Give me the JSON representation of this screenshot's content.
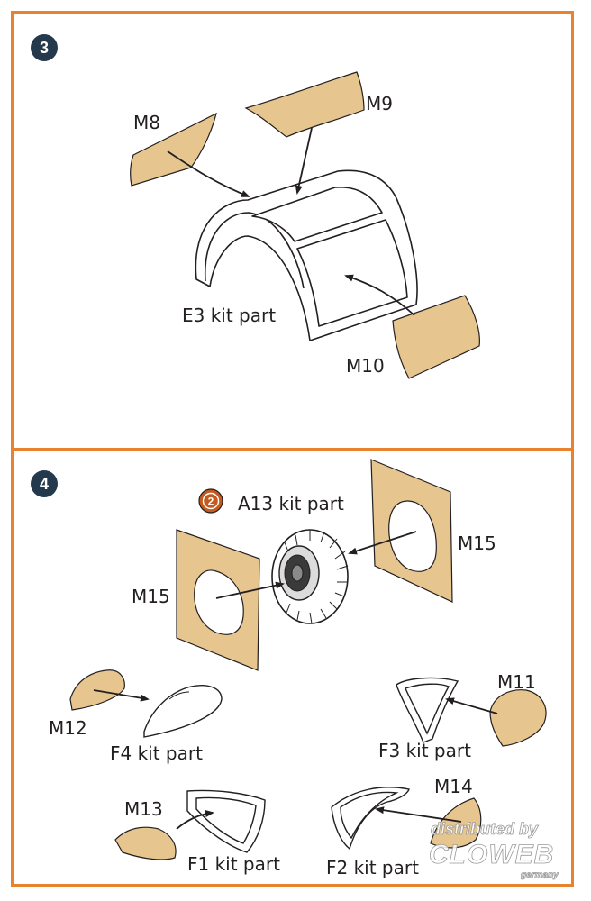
{
  "step3": {
    "number": "3",
    "labels": {
      "m8": "M8",
      "m9": "M9",
      "m10": "M10",
      "e3": "E3 kit part"
    }
  },
  "step4": {
    "number": "4",
    "badge": "2",
    "labels": {
      "a13": "A13 kit part",
      "m15_right": "M15",
      "m15_left": "M15",
      "m11": "M11",
      "m12": "M12",
      "f4": "F4 kit part",
      "f3": "F3 kit part",
      "m13": "M13",
      "m14": "M14",
      "f1": "F1 kit part",
      "f2": "F2 kit part"
    }
  },
  "watermark": {
    "line1": "distributed by",
    "line2": "CLOWEB",
    "line3": "germany"
  },
  "colors": {
    "frame": "#e8822f",
    "step_badge": "#243a4c",
    "mask": "#e6c58f",
    "outline": "#231f20"
  }
}
